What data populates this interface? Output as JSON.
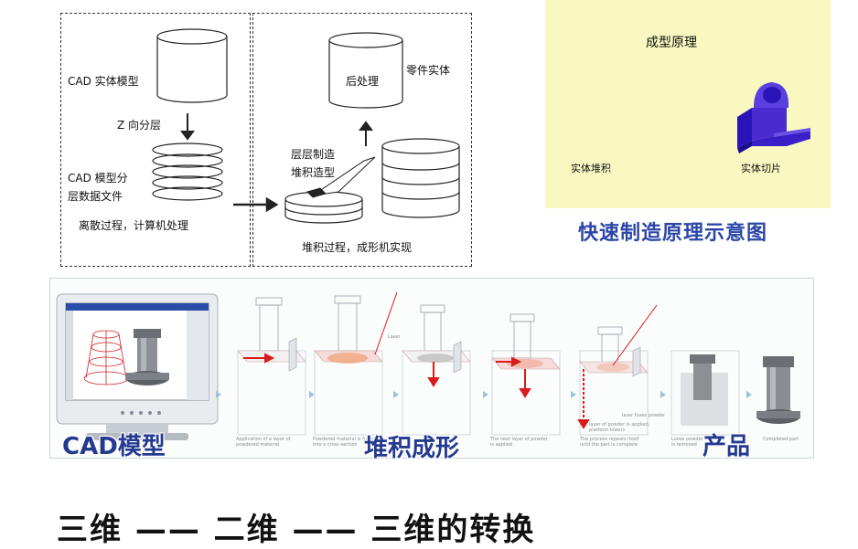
{
  "left_diagram": {
    "cad_solid_model": "CAD 实体模型",
    "z_layering": "Z 向分层",
    "cad_layer_file_line1": "CAD 模型分",
    "cad_layer_file_line2": "层数据文件",
    "discrete_process": "离散过程，计算机处理",
    "post_processing": "后处理",
    "part_solid": "零件实体",
    "layer_by_layer_line1": "层层制造",
    "layer_by_layer_line2": "堆积造型",
    "accumulation_process": "堆积过程，成形机实现"
  },
  "right_panel": {
    "title": "成型原理",
    "solid_stacking": "实体堆积",
    "solid_slicing": "实体切片",
    "caption": "快速制造原理示意图"
  },
  "strip": {
    "cad_model_label": "CAD模型",
    "stack_forming_label": "堆积成形",
    "product_label": "产品",
    "step1_caption": "Application of a layer of powdered material",
    "step2_caption": "Powdered material is fused into a cross-section",
    "step3_caption": "The next layer of powder is applied",
    "step4_caption": "The process repeats itself until the part is complete",
    "step5_caption": "Loose powder is removed",
    "step6_caption": "Completed part",
    "laser_label": "Laser",
    "powder_note": "laser fuses powder",
    "layer_note": "layer of powder is applied, platform lowers"
  },
  "bottom_title": "三维 —— 二维 —— 三维的转换",
  "colors": {
    "caption_blue": "#2b46a8",
    "label_blue": "#243a90",
    "panel_yellow": "#f8f8c0",
    "part_purple": "#4a2bd0",
    "arrow_red": "#d61c1c"
  }
}
